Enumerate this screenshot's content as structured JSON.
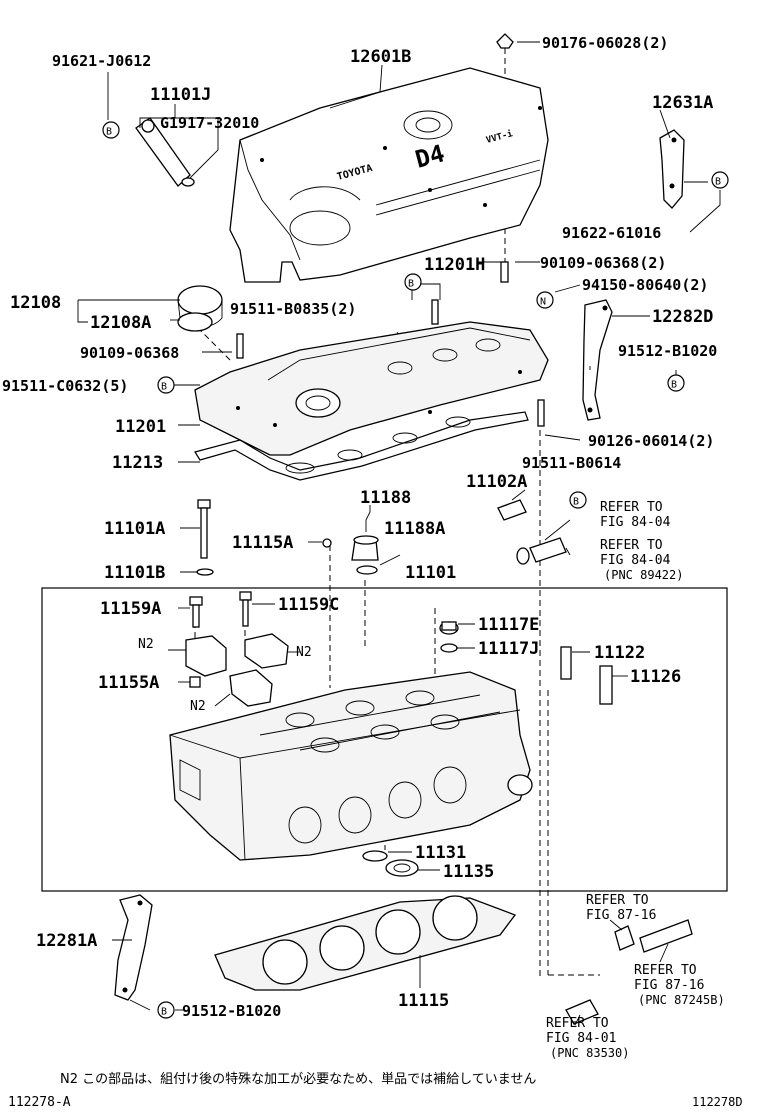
{
  "diagram": {
    "labels": {
      "p91621": "91621-J0612",
      "p11101J": "11101J",
      "pG1917": "G1917-32010",
      "p12601B": "12601B",
      "p90176": "90176-06028(2)",
      "p12631A": "12631A",
      "p91622": "91622-61016",
      "p12108": "12108",
      "p12108A": "12108A",
      "p11201H": "11201H",
      "p91511B0835": "91511-B0835(2)",
      "p90109a": "90109-06368(2)",
      "p94150": "94150-80640(2)",
      "p12282D": "12282D",
      "p90109b": "90109-06368",
      "p91512a": "91512-B1020",
      "p91511C": "91511-C0632(5)",
      "p11201": "11201",
      "p90126": "90126-06014(2)",
      "p11213": "11213",
      "p91511B0614": "91511-B0614",
      "p11188": "11188",
      "p11102A": "11102A",
      "p11101A": "11101A",
      "p11188A": "11188A",
      "p11115A": "11115A",
      "p11101B": "11101B",
      "p11101": "11101",
      "p11159A": "11159A",
      "p11159C": "11159C",
      "p11117E": "11117E",
      "p11117J": "11117J",
      "p11122": "11122",
      "p11126": "11126",
      "p11155A": "11155A",
      "p11131": "11131",
      "p11135": "11135",
      "p12281A": "12281A",
      "p11115": "11115",
      "p91512b": "91512-B1020",
      "n2a": "N2",
      "n2b": "N2",
      "n2c": "N2",
      "circB1": "B",
      "circB2": "B",
      "circB3": "B",
      "circB4": "B",
      "circB5": "B",
      "circB6": "B",
      "circB7": "B",
      "circN": "N"
    },
    "refs": {
      "r1a": "REFER TO",
      "r1b": "FIG 84-04",
      "r2a": "REFER TO",
      "r2b": "FIG 84-04",
      "r2c": "(PNC 89422)",
      "r3a": "REFER TO",
      "r3b": "FIG 87-16",
      "r4a": "REFER TO",
      "r4b": "FIG 87-16",
      "r4c": "(PNC 87245B)",
      "r5a": "REFER TO",
      "r5b": "FIG 84-01",
      "r5c": "(PNC 83530)"
    },
    "cover_text": {
      "brand": "TOYOTA",
      "model": "D4",
      "vvti": "VVT-i"
    },
    "footnote": "N2 この部品は、組付け後の特殊な加工が必要なため、単品では補給していません",
    "fig_code_left": "112278-A",
    "fig_code_right": "112278D"
  }
}
